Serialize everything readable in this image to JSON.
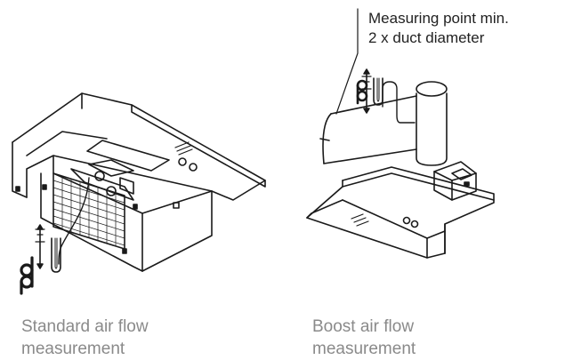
{
  "annotation": {
    "line1": "Measuring point min.",
    "line2": "2 x duct diameter"
  },
  "left_figure": {
    "caption_line1": "Standard air flow",
    "caption_line2": "measurement"
  },
  "right_figure": {
    "caption_line1": "Boost air flow",
    "caption_line2": "measurement"
  },
  "colors": {
    "line": "#1a1a1a",
    "caption": "#8a8a8a",
    "annotation": "#222222"
  }
}
